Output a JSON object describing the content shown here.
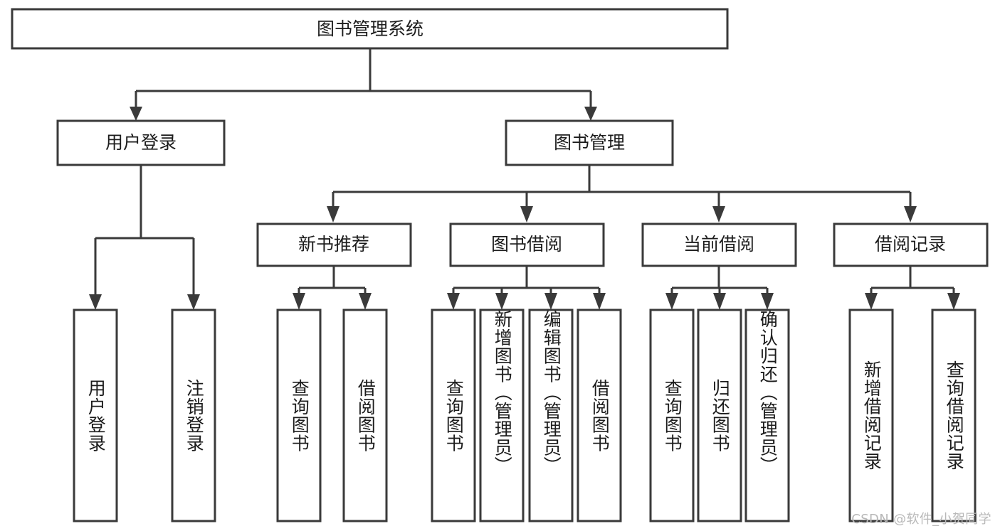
{
  "diagram": {
    "title": "图书管理系统",
    "type": "hierarchy-tree",
    "root": {
      "label": "图书管理系统",
      "level": 0
    },
    "level2": [
      {
        "label": "用户登录"
      },
      {
        "label": "图书管理"
      }
    ],
    "level3": [
      {
        "label": "新书推荐"
      },
      {
        "label": "图书借阅"
      },
      {
        "label": "当前借阅"
      },
      {
        "label": "借阅记录"
      }
    ],
    "leaves": {
      "user_login": [
        {
          "label": "用户登录"
        },
        {
          "label": "注销登录"
        }
      ],
      "new_book_recommend": [
        {
          "label": "查询图书"
        },
        {
          "label": "借阅图书"
        }
      ],
      "book_borrow": [
        {
          "label": "查询图书"
        },
        {
          "label": "新增图书（管理员）"
        },
        {
          "label": "编辑图书（管理员）"
        },
        {
          "label": "借阅图书"
        }
      ],
      "current_borrow": [
        {
          "label": "查询图书"
        },
        {
          "label": "归还图书"
        },
        {
          "label": "确认归还（管理员）"
        }
      ],
      "borrow_record": [
        {
          "label": "新增借阅记录"
        },
        {
          "label": "查询借阅记录"
        }
      ]
    }
  },
  "watermark": {
    "text": "CSDN @软件_小贺同学"
  },
  "colors": {
    "stroke": "#3a3a3a",
    "box_fill": "#ffffff",
    "text": "#1c1c1c",
    "watermark": "#b8b8b8",
    "background": "#ffffff"
  }
}
